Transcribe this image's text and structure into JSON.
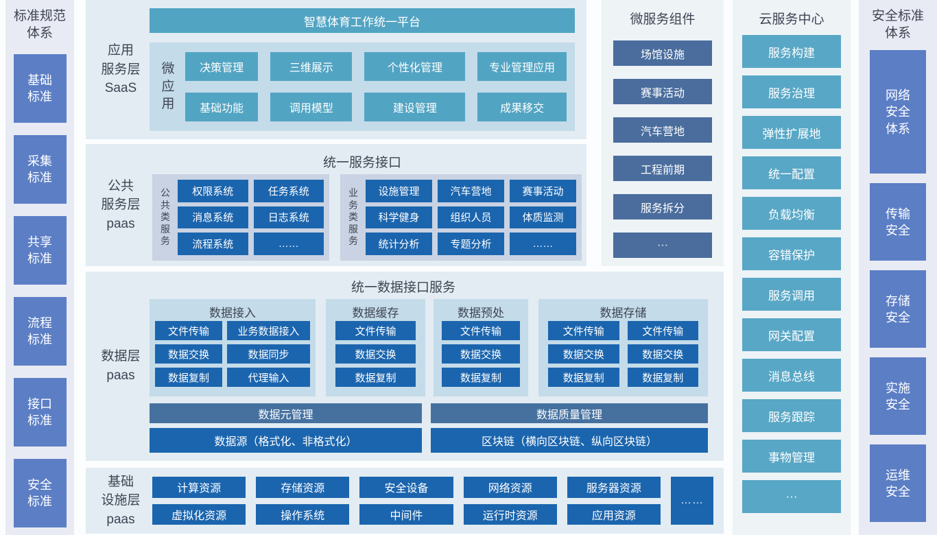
{
  "colors": {
    "page_bg": "#fcfdfe",
    "section_bg": "#e2ecf2",
    "sidebar_bg": "#e9ebf4",
    "column_bg": "#eef3f6",
    "panel_teal_bg": "#c4dbe9",
    "panel_lavender_bg": "#c9d3e3",
    "teal": "#52a4c3",
    "teal2": "#58a7c6",
    "bright_blue": "#1b65ae",
    "slate_bar": "#46719f",
    "steel_block": "#4a6d9d",
    "periwinkle": "#5b7ec5",
    "label_text": "#3f4553"
  },
  "left_sidebar": {
    "title": "标准规范\n体系",
    "items": [
      "基础\n标准",
      "采集\n标准",
      "共享\n标准",
      "流程\n标准",
      "接口\n标准",
      "安全\n标准"
    ]
  },
  "app_layer": {
    "label": "应用\n服务层\nSaaS",
    "platform_title": "智慧体育工作统一平台",
    "micro_app_label": "微\n应\n用",
    "buttons": [
      "决策管理",
      "三维展示",
      "个性化管理",
      "专业管理应用",
      "基础功能",
      "调用模型",
      "建设管理",
      "成果移交"
    ]
  },
  "public_layer": {
    "label": "公共\n服务层\npaas",
    "title": "统一服务接口",
    "common": {
      "label": "公\n共\n类\n服\n务",
      "items": [
        "权限系统",
        "任务系统",
        "消息系统",
        "日志系统",
        "流程系统",
        "……"
      ]
    },
    "business": {
      "label": "业\n务\n类\n服\n务",
      "items": [
        "设施管理",
        "汽车营地",
        "赛事活动",
        "科学健身",
        "组织人员",
        "体质监测",
        "统计分析",
        "专题分析",
        "……"
      ]
    }
  },
  "data_layer": {
    "label": "数据层\npaas",
    "title": "统一数据接口服务",
    "panels": [
      {
        "title": "数据接入",
        "items": [
          "文件传输",
          "业务数据接入",
          "数据交换",
          "数据同步",
          "数据复制",
          "代理输入"
        ]
      },
      {
        "title": "数据缓存",
        "items": [
          "文件传输",
          "数据交换",
          "数据复制"
        ]
      },
      {
        "title": "数据预处",
        "items": [
          "文件传输",
          "数据交换",
          "数据复制"
        ]
      },
      {
        "title": "数据存储",
        "items": [
          "文件传输",
          "文件传输",
          "数据交换",
          "数据交换",
          "数据复制",
          "数据复制"
        ]
      }
    ],
    "management_bars": [
      "数据元管理",
      "数据质量管理"
    ],
    "source_bars": [
      "数据源（格式化、非格式化）",
      "区块链（横向区块链、纵向区块链）"
    ]
  },
  "infra_layer": {
    "label": "基础\n设施层\npaas",
    "row1": [
      "计算资源",
      "存储资源",
      "安全设备",
      "网络资源",
      "服务器资源"
    ],
    "row2": [
      "虚拟化资源",
      "操作系统",
      "中间件",
      "运行时资源",
      "应用资源"
    ],
    "more": "……"
  },
  "microservices": {
    "title": "微服务组件",
    "items": [
      "场馆设施",
      "赛事活动",
      "汽车营地",
      "工程前期",
      "服务拆分",
      "···"
    ]
  },
  "cloud_center": {
    "title": "云服务中心",
    "items": [
      "服务构建",
      "服务治理",
      "弹性扩展地",
      "统一配置",
      "负载均衡",
      "容错保护",
      "服务调用",
      "网关配置",
      "消息总线",
      "服务跟踪",
      "事物管理",
      "···"
    ]
  },
  "right_sidebar": {
    "title": "安全标准\n体系",
    "items": [
      "网络\n安全\n体系",
      "传输\n安全",
      "存储\n安全",
      "实施\n安全",
      "运维\n安全"
    ]
  }
}
